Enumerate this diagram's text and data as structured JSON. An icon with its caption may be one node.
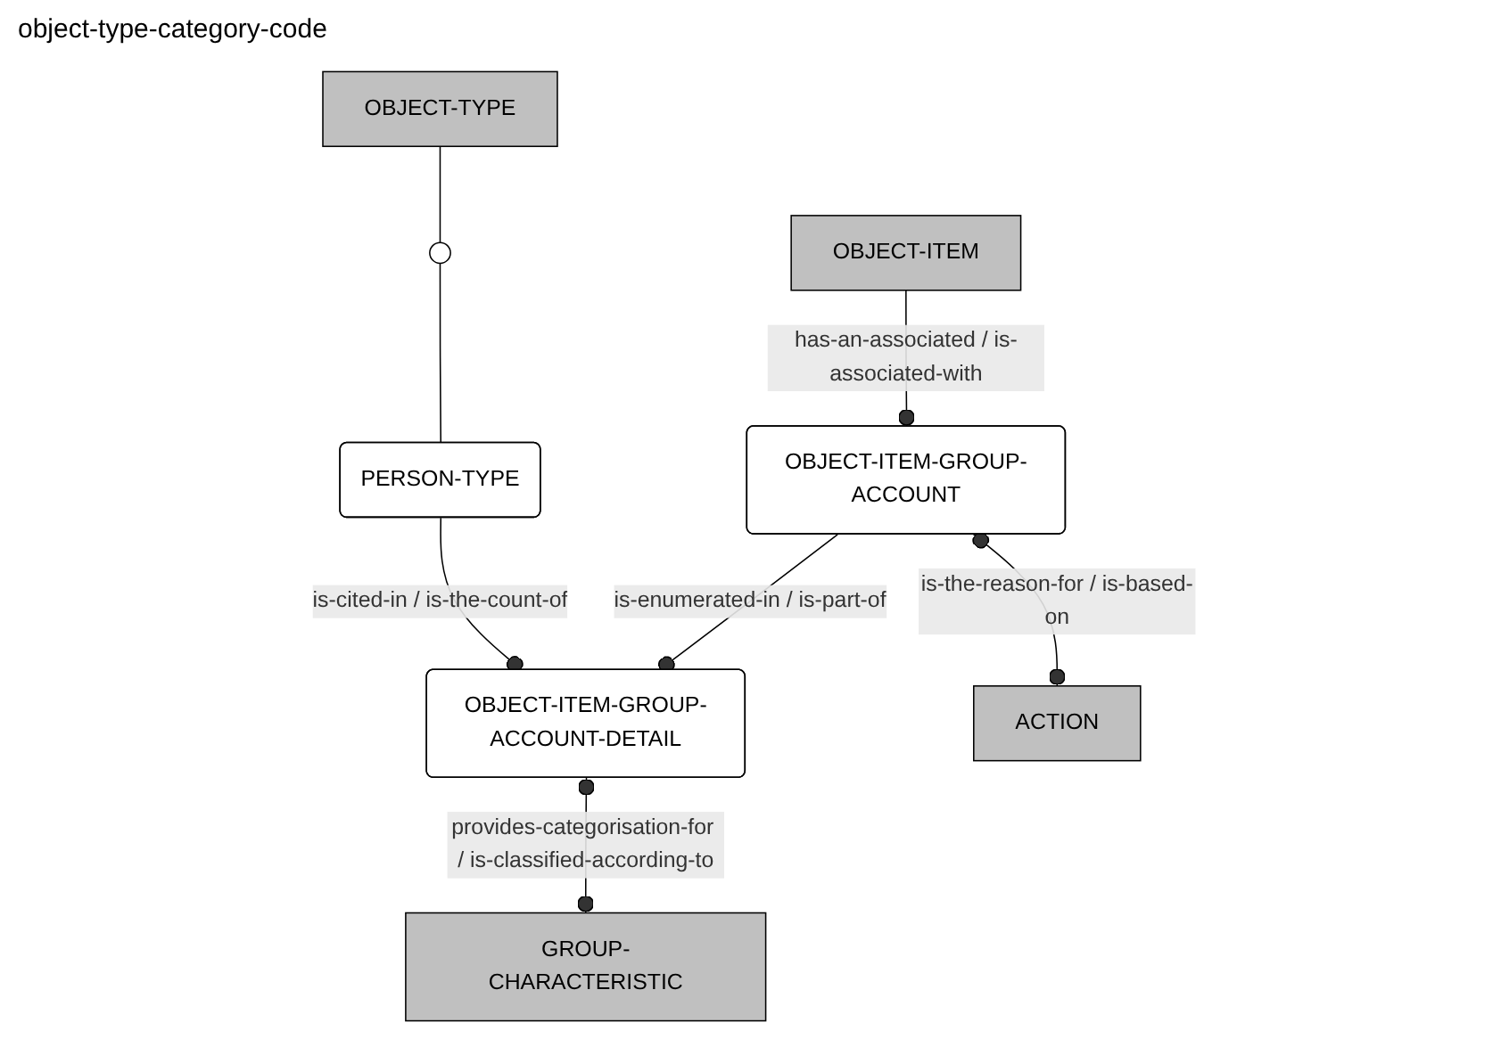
{
  "diagram": {
    "nodes": [
      {
        "text": [
          "OBJECT-TYPE"
        ]
      },
      {
        "text": [],
        "shape": "circle"
      },
      {
        "text": [
          "PERSON-TYPE"
        ]
      },
      {
        "text": [
          "OBJECT-ITEM"
        ]
      },
      {
        "text": [
          "OBJECT-ITEM-GROUP-ACCOUNT"
        ]
      },
      {
        "text": [
          "OBJECT-ITEM-GROUP-ACCOUNT-DETAIL"
        ]
      },
      {
        "text": [
          "ACTION"
        ]
      },
      {
        "text": [
          "GROUP-CHARACTERISTIC"
        ]
      }
    ],
    "edges": [
      {
        "from": 0,
        "to": 1,
        "arrow": "none"
      },
      {
        "from": 1,
        "to": 2,
        "arrow": "none"
      },
      {
        "from": 2,
        "to": 5,
        "label": "is-cited-in / is-the-count-of",
        "arrow": "other"
      },
      {
        "from": 3,
        "to": 4,
        "label": "has-an-associated / is-associated-with",
        "arrow": "other"
      },
      {
        "from": 4,
        "to": 5,
        "label": "is-enumerated-in / is-part-of",
        "arrow": "other"
      },
      {
        "from": 4,
        "to": 6,
        "label": "is-the-reason-for / is-based-on",
        "arrow": "other"
      },
      {
        "from": 5,
        "to": 7,
        "label": "provides-categorisation-for / is-classified-according-to",
        "arrow": "other"
      }
    ],
    "labels": [
      "object-type-category-code"
    ]
  }
}
